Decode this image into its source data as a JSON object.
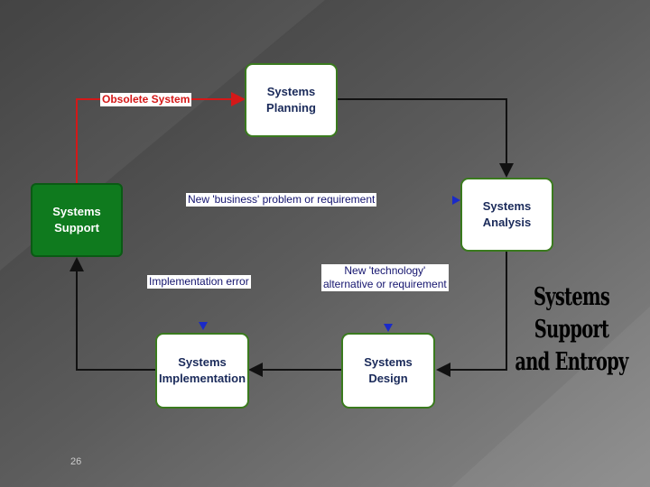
{
  "slide": {
    "title_line1": "Systems Support",
    "title_line2": "and Entropy",
    "page_number": "26"
  },
  "nodes": {
    "planning": [
      "Systems",
      "Planning"
    ],
    "analysis": [
      "Systems",
      "Analysis"
    ],
    "design": [
      "Systems",
      "Design"
    ],
    "implementation": [
      "Systems",
      "Implementation"
    ],
    "support": [
      "Systems",
      "Support"
    ]
  },
  "edge_labels": {
    "obsolete": "Obsolete System",
    "business": "New 'business' problem or requirement",
    "technology_line1": "New 'technology'",
    "technology_line2": "alternative or requirement",
    "impl_error": "Implementation error"
  },
  "colors": {
    "node_border": "#3a7a1e",
    "support_fill": "#0f7a1e",
    "red_flow": "#d41818",
    "black_flow": "#111111",
    "blue_marker": "#1a2ac8"
  }
}
